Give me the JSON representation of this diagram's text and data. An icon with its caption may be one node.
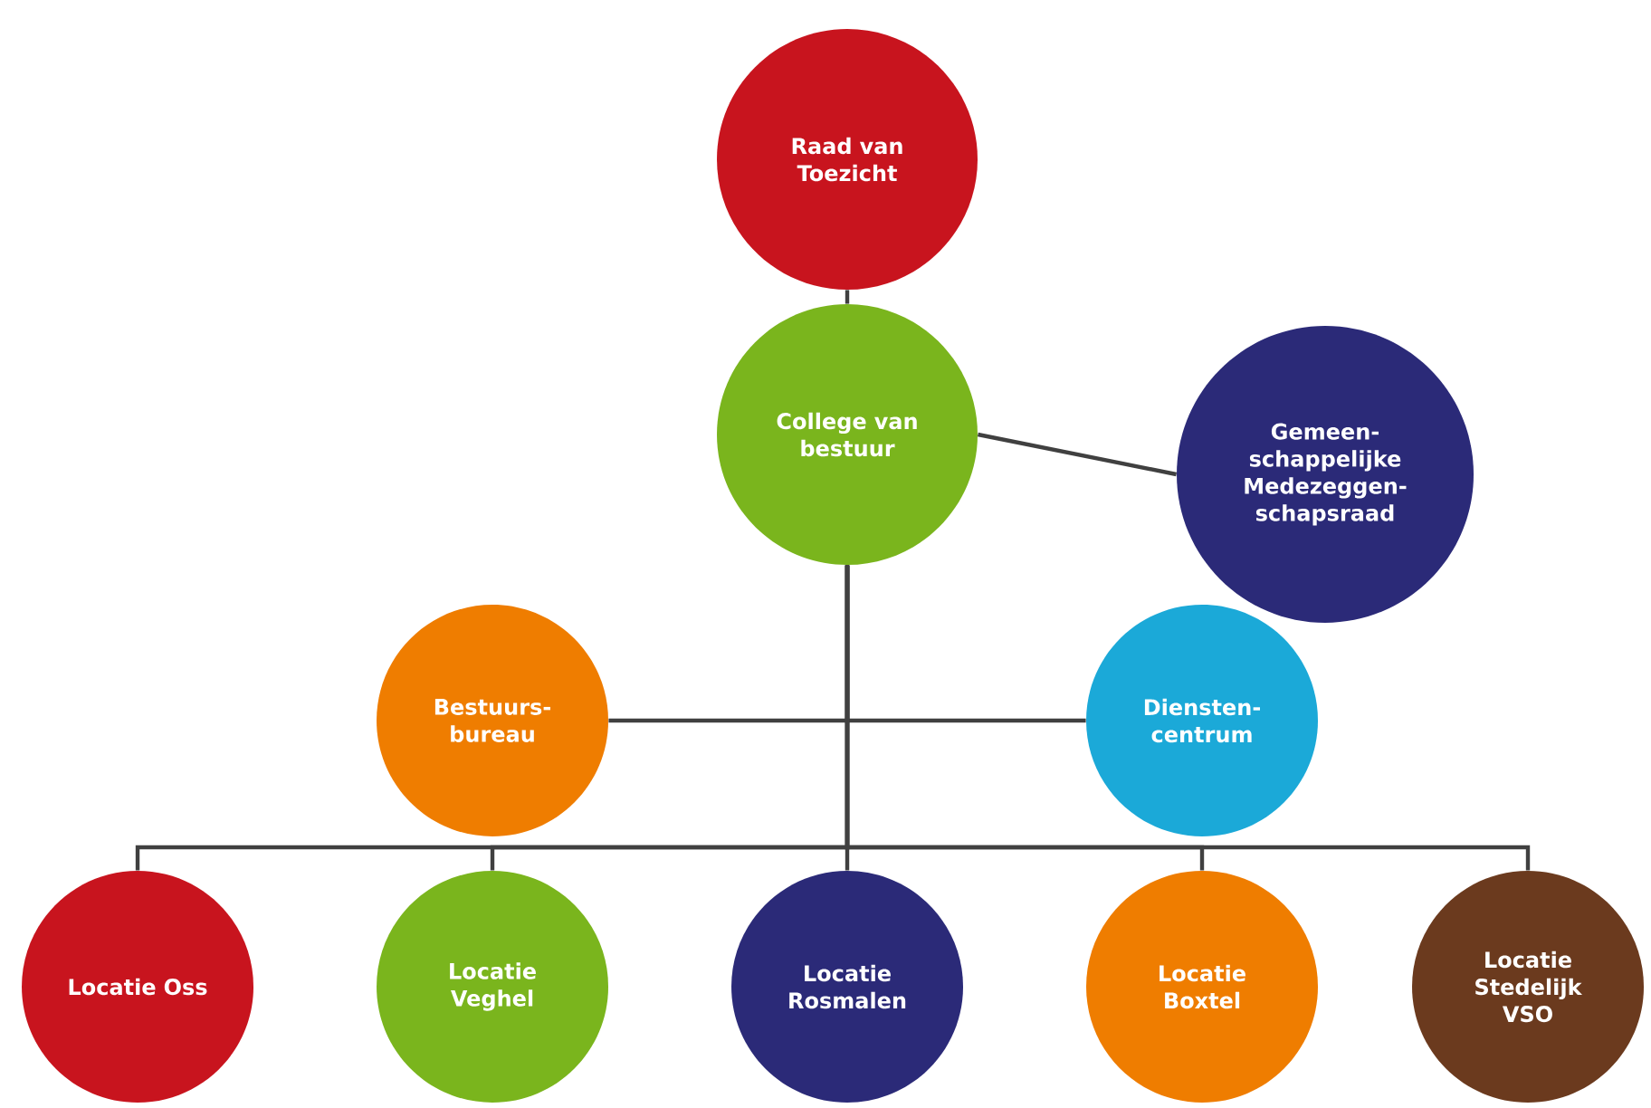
{
  "diagram": {
    "nodes": [
      {
        "text": [
          "Raad van Toezicht"
        ]
      },
      {
        "text": [
          "College van bestuur"
        ]
      },
      {
        "text": [
          "Gemeen-schappelijke Medezeggen-schapsraad"
        ]
      },
      {
        "text": [
          "Bestuurs-bureau"
        ]
      },
      {
        "text": [
          "Diensten-centrum"
        ]
      },
      {
        "text": [
          "Locatie Oss"
        ]
      },
      {
        "text": [
          "Locatie Veghel"
        ]
      },
      {
        "text": [
          "Locatie Rosmalen"
        ]
      },
      {
        "text": [
          "Locatie Boxtel"
        ]
      },
      {
        "text": [
          "Locatie Stedelijk VSO"
        ]
      }
    ],
    "edges": [
      {
        "from": 0,
        "to": 1,
        "arrow": "none"
      },
      {
        "from": 1,
        "to": 2,
        "arrow": "none"
      },
      {
        "from": 1,
        "to": 3,
        "arrow": "none"
      },
      {
        "from": 1,
        "to": 4,
        "arrow": "none"
      },
      {
        "from": 1,
        "to": 5,
        "arrow": "none"
      },
      {
        "from": 1,
        "to": 6,
        "arrow": "none"
      },
      {
        "from": 1,
        "to": 7,
        "arrow": "none"
      },
      {
        "from": 1,
        "to": 8,
        "arrow": "none"
      },
      {
        "from": 1,
        "to": 9,
        "arrow": "none"
      }
    ]
  }
}
